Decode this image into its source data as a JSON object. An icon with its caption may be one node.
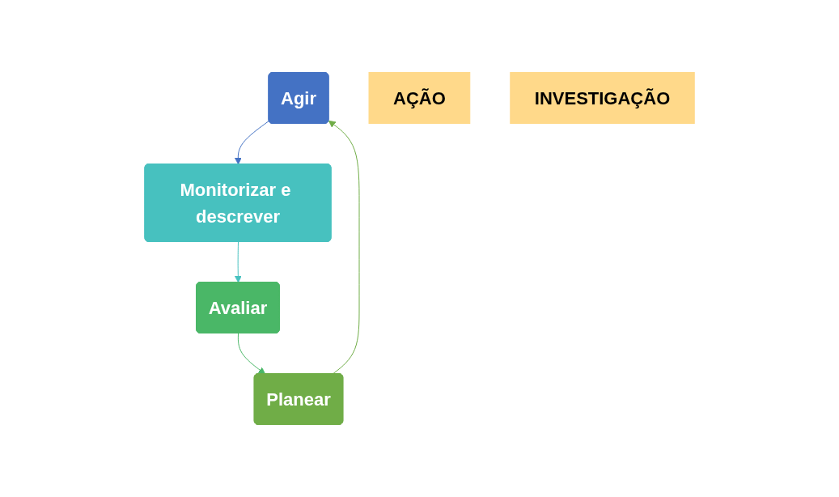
{
  "diagram": {
    "nodes": [
      {
        "text": [
          "Agir"
        ]
      },
      {
        "text": [
          "AÇÃO"
        ]
      },
      {
        "text": [
          "Planear"
        ]
      },
      {
        "text": [
          "Monitorizar e descrever"
        ]
      },
      {
        "text": [
          "INVESTIGAÇÃO"
        ]
      },
      {
        "text": [
          "Avaliar"
        ]
      }
    ],
    "edges": [
      {
        "from": 0,
        "to": 3,
        "arrow": "to",
        "color": "#4472c4"
      },
      {
        "from": 3,
        "to": 5,
        "arrow": "to",
        "color": "#47c1bf"
      },
      {
        "from": 5,
        "to": 2,
        "arrow": "to",
        "color": "#4ab767"
      },
      {
        "from": 2,
        "to": 0,
        "arrow": "to",
        "color": "#70ad47"
      }
    ]
  }
}
